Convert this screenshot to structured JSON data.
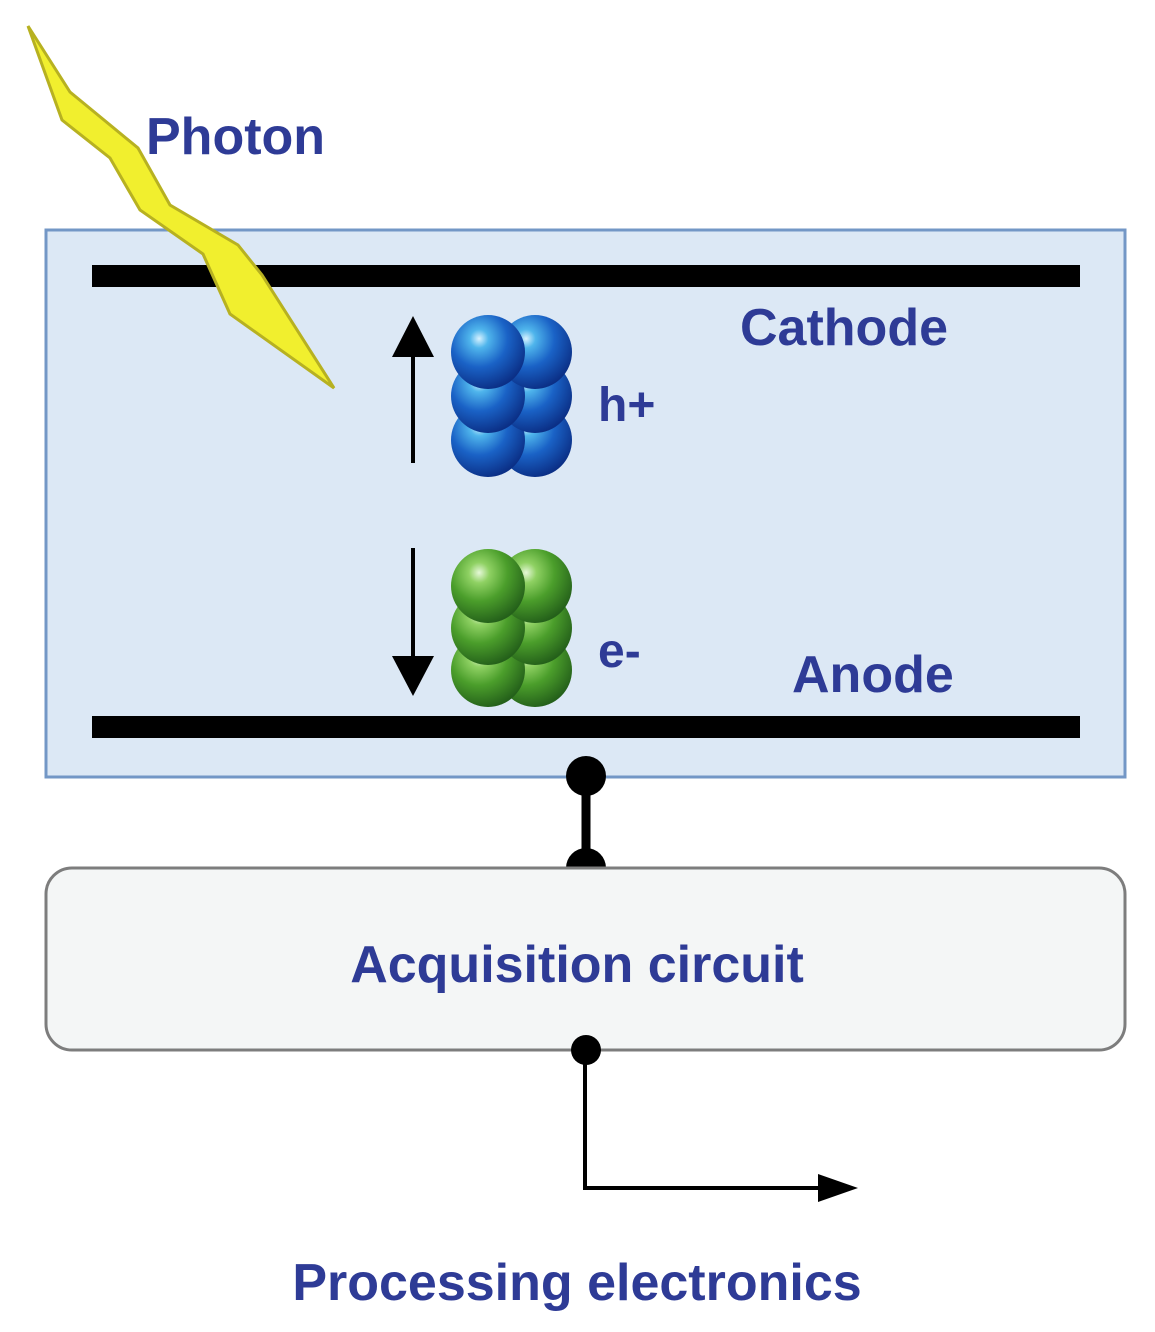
{
  "labels": {
    "photon": "Photon",
    "cathode": "Cathode",
    "anode": "Anode",
    "hole": "h+",
    "electron": "e-",
    "acquisition": "Acquisition circuit",
    "processing": "Processing electronics"
  },
  "colors": {
    "label_text": "#2e3b96",
    "detector_fill": "#dce8f5",
    "detector_border": "#7397c6",
    "electrode": "#000000",
    "photon_fill": "#f1ef2e",
    "photon_stroke": "#b7b121",
    "hole_particles": "#1f5fc4",
    "electron_particles": "#4aa32f",
    "circuit_fill": "#f4f6f6",
    "circuit_border": "#7d7d7d"
  },
  "icons": {
    "photon": "lightning-bolt-icon",
    "hole_cluster": "sphere-cluster-icon",
    "electron_cluster": "sphere-cluster-icon"
  }
}
